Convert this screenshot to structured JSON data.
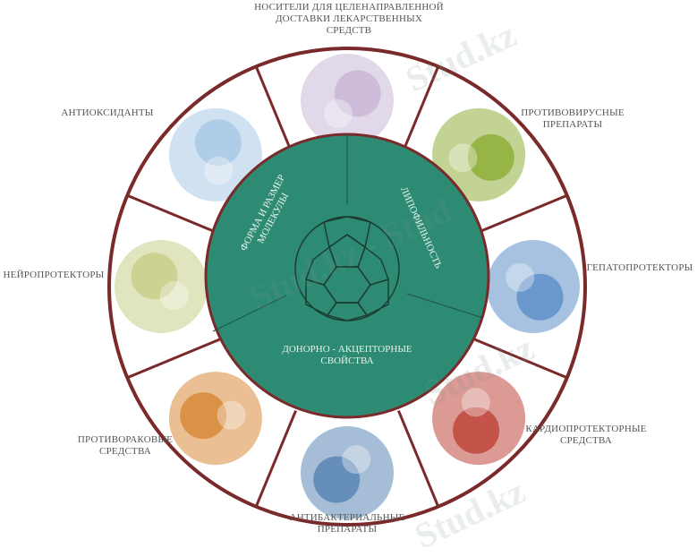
{
  "watermark": "Stud.kz",
  "colors": {
    "ring": "#7a2a2a",
    "core": "#2e8b73",
    "label": "#555555",
    "core_text": "#e8f3ee"
  },
  "core": {
    "center_icon": "fullerene-icon",
    "sections": [
      {
        "line1": "ФОРМА И РАЗМЕР",
        "line2": "МОЛЕКУЛЫ"
      },
      {
        "line1": "ЛИПОФИЛЬНОСТЬ"
      },
      {
        "line1": "ДОНОРНО - АКЦЕПТОРНЫЕ",
        "line2": "СВОЙСТВА"
      }
    ]
  },
  "outer": [
    {
      "line1": "НОСИТЕЛИ ДЛЯ ЦЕЛЕНАПРАВЛЕННОЙ",
      "line2": "ДОСТАВКИ ЛЕКАРСТВЕННЫХ",
      "line3": "СРЕДСТВ",
      "color": "#c9b8d8"
    },
    {
      "line1": "ПРОТИВОВИРУСНЫЕ",
      "line2": "ПРЕПАРАТЫ",
      "color": "#8fae3a"
    },
    {
      "line1": "ГЕПАТОПРОТЕКТОРЫ",
      "color": "#5f8fc8"
    },
    {
      "line1": "КАРДИОПРОТЕКТОРНЫЕ",
      "line2": "СРЕДСТВА",
      "color": "#c0473d"
    },
    {
      "line1": "АНТИБАКТЕРИАЛЬНЫЕ",
      "line2": "ПРЕПАРАТЫ",
      "color": "#5b86b5"
    },
    {
      "line1": "ПРОТИВОРАКОВЫЕ",
      "line2": "СРЕДСТВА",
      "color": "#d88a3a"
    },
    {
      "line1": "НЕЙРОПРОТЕКТОРЫ",
      "color": "#c9cf8a"
    },
    {
      "line1": "АНТИОКСИДАНТЫ",
      "color": "#a9c9e6"
    }
  ]
}
